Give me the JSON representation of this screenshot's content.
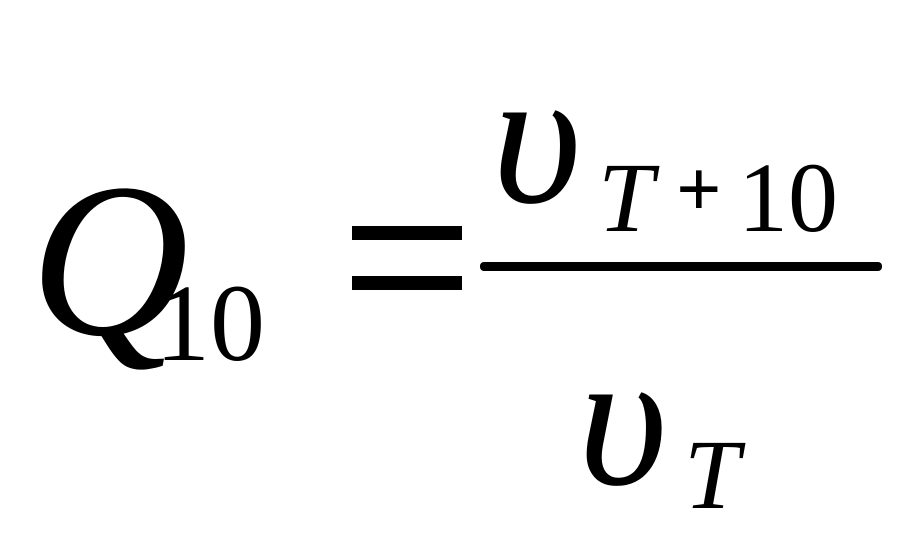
{
  "formula": {
    "lhs": {
      "symbol": "Q",
      "subscript": "10"
    },
    "relation": "=",
    "numerator": {
      "symbol": "υ",
      "subscript_variable": "T",
      "subscript_operator": "+",
      "subscript_constant": "10"
    },
    "denominator": {
      "symbol": "υ",
      "subscript_variable": "T"
    }
  },
  "colors": {
    "text": "#000000",
    "background": "#ffffff"
  }
}
